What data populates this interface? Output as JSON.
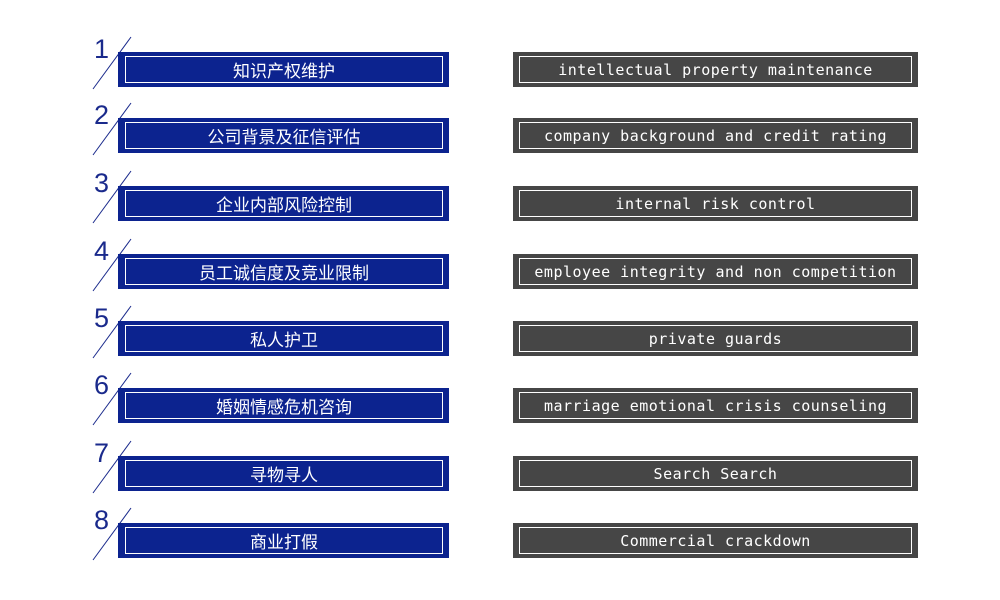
{
  "colors": {
    "chinese_box": "#0c238f",
    "english_box": "#464646",
    "number": "#1a2a8c"
  },
  "items": [
    {
      "number": "1",
      "chinese": "知识产权维护",
      "english": "intellectual property maintenance"
    },
    {
      "number": "2",
      "chinese": "公司背景及征信评估",
      "english": "company background and credit rating"
    },
    {
      "number": "3",
      "chinese": "企业内部风险控制",
      "english": "internal risk control"
    },
    {
      "number": "4",
      "chinese": "员工诚信度及竞业限制",
      "english": "employee integrity and non competition"
    },
    {
      "number": "5",
      "chinese": "私人护卫",
      "english": "private guards"
    },
    {
      "number": "6",
      "chinese": "婚姻情感危机咨询",
      "english": "marriage emotional crisis counseling"
    },
    {
      "number": "7",
      "chinese": "寻物寻人",
      "english": "Search Search"
    },
    {
      "number": "8",
      "chinese": "商业打假",
      "english": "Commercial crackdown"
    }
  ]
}
